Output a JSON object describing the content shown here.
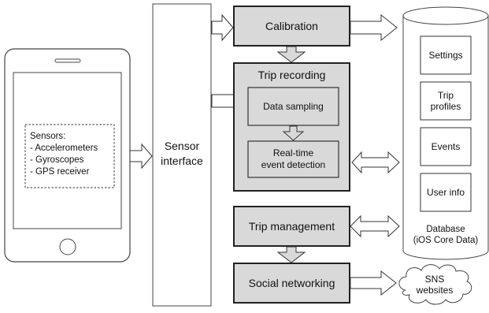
{
  "phone": {
    "sensors_title": "Sensors:",
    "sensors": [
      "- Accelerometers",
      "- Gyroscopes",
      "- GPS receiver"
    ]
  },
  "sensor_interface": {
    "lines": [
      "Sensor",
      "interface"
    ]
  },
  "calibration": {
    "label": "Calibration"
  },
  "trip_recording": {
    "title": "Trip recording",
    "data_sampling": "Data sampling",
    "event_detection": [
      "Real-time",
      "event detection"
    ]
  },
  "trip_management": {
    "label": "Trip management"
  },
  "social_networking": {
    "label": "Social networking"
  },
  "database": {
    "items": [
      {
        "lines": [
          "Settings"
        ]
      },
      {
        "lines": [
          "Trip",
          "profiles"
        ]
      },
      {
        "lines": [
          "Events"
        ]
      },
      {
        "lines": [
          "User info"
        ]
      }
    ],
    "caption": [
      "Database",
      "(iOS Core Data)"
    ]
  },
  "sns": {
    "lines": [
      "SNS",
      "websites"
    ]
  },
  "colors": {
    "box_fill": "#d9d9d9",
    "stroke": "#333333",
    "background": "#ffffff"
  }
}
